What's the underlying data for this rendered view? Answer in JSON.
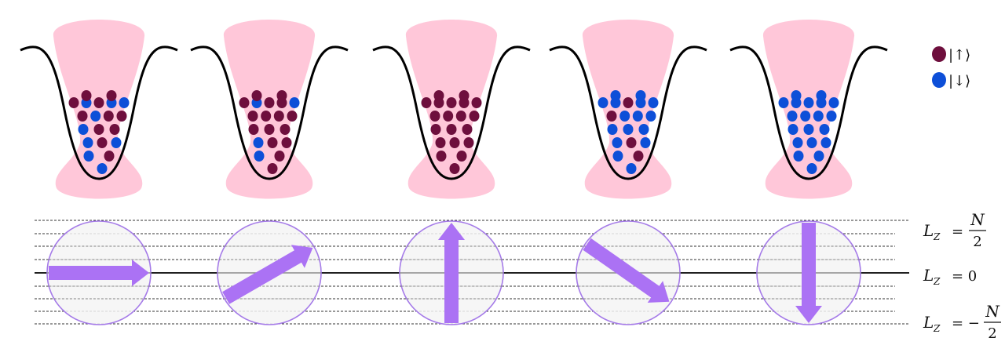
{
  "colors": {
    "spin_up": "#6e0f3d",
    "spin_down": "#0d4fd8",
    "beam": "#ffc7d9",
    "potential": "#000000",
    "arrow": "#ab72f4",
    "sphere_fill": "#f5f5f5",
    "sphere_stroke": "#a57be8",
    "level_line": "#333333"
  },
  "legend": {
    "up_label": "|↑⟩",
    "down_label": "|↓⟩"
  },
  "states": [
    {
      "angle_deg": 0,
      "spin_up": 10,
      "spin_down": 8
    },
    {
      "angle_deg": 30,
      "spin_up": 14,
      "spin_down": 4
    },
    {
      "angle_deg": 90,
      "spin_up": 18,
      "spin_down": 0
    },
    {
      "angle_deg": -35,
      "spin_up": 4,
      "spin_down": 14
    },
    {
      "angle_deg": -90,
      "spin_up": 0,
      "spin_down": 18
    }
  ],
  "levels": {
    "top": {
      "label_main": "L",
      "label_sub": "Z",
      "label_eq": "=",
      "numerator": "N",
      "denominator": "2"
    },
    "middle": {
      "label_main": "L",
      "label_sub": "Z",
      "label_eq": "= 0"
    },
    "bottom": {
      "label_main": "L",
      "label_sub": "Z",
      "label_eq": "= −",
      "numerator": "N",
      "denominator": "2"
    }
  }
}
